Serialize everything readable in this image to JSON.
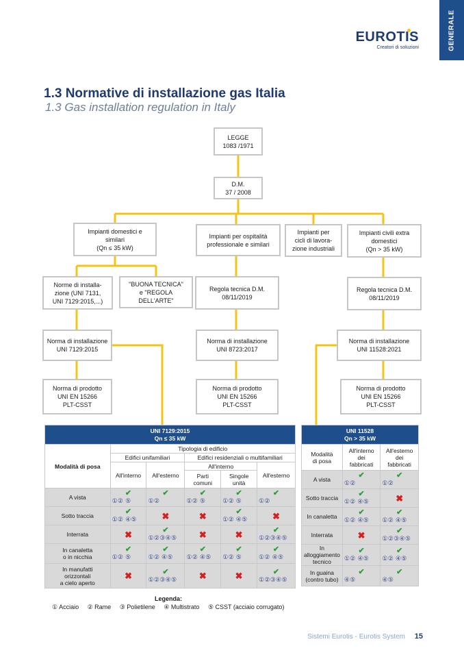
{
  "side_tab": "GENERALE",
  "logo": {
    "name": "EUROTIS",
    "tagline": "Creatori di soluzioni"
  },
  "title": {
    "it": "1.3 Normative di installazione gas Italia",
    "en": "1.3 Gas installation regulation in Italy"
  },
  "flow": {
    "legge": "LEGGE\n1083 /1971",
    "dm": "D.M.\n37 / 2008",
    "domestici": "Impianti domestici e\nsimilari\n(Qn ≤ 35 kW)",
    "ospitalita": "Impianti per ospitalità\nprofessionale e similari",
    "industriali": "Impianti per\ncicli di lavora-\nzione industriali",
    "civili": "Impianti civili extra\ndomestici\n(Qn > 35 kW)",
    "norme_install": "Norme di installa-\nzione (UNI 7131,\nUNI 7129:2015,...)",
    "buona_tecnica": "\"BUONA TECNICA\"\ne \"REGOLA\nDELL'ARTE\"",
    "regola_tecnica_1": "Regola tecnica D.M.\n08/11/2019",
    "regola_tecnica_2": "Regola tecnica D.M.\n08/11/2019",
    "norma_7129": "Norma di installazione\nUNI 7129:2015",
    "norma_8723": "Norma di installazione\nUNI 8723:2017",
    "norma_11528": "Norma di installazione\nUNI 11528:2021",
    "prodotto_1": "Norma di prodotto\nUNI EN 15266\nPLT-CSST",
    "prodotto_2": "Norma di prodotto\nUNI EN 15266\nPLT-CSST",
    "prodotto_3": "Norma di prodotto\nUNI EN 15266\nPLT-CSST"
  },
  "table1": {
    "header": "UNI 7129:2015\nQn ≤ 35 kW",
    "modalita": "Modalità di posa",
    "tipologia": "Tipologia di edificio",
    "unifamiliari": "Edifici unifamiliari",
    "residenziali": "Edifici residenziali o multifamiliari",
    "all_interno_group": "All'interno",
    "cols": [
      "All'interno",
      "All'esterno",
      "Parti\ncomuni",
      "Singole\nunità",
      "All'esterno"
    ],
    "rows": [
      {
        "label": "A vista",
        "cells": [
          [
            "v",
            "①② ⑤"
          ],
          [
            "v",
            "①②"
          ],
          [
            "v",
            "①② ⑤"
          ],
          [
            "v",
            "①② ⑤"
          ],
          [
            "v",
            "①②"
          ]
        ]
      },
      {
        "label": "Sotto traccia",
        "cells": [
          [
            "v",
            "①② ④⑤"
          ],
          [
            "x",
            ""
          ],
          [
            "x",
            ""
          ],
          [
            "v",
            "①② ④⑤"
          ],
          [
            "x",
            ""
          ]
        ]
      },
      {
        "label": "Interrata",
        "cells": [
          [
            "x",
            ""
          ],
          [
            "v",
            "①②③④⑤"
          ],
          [
            "x",
            ""
          ],
          [
            "x",
            ""
          ],
          [
            "v",
            "①②③④⑤"
          ]
        ]
      },
      {
        "label": "In canaletta\no in nicchia",
        "cells": [
          [
            "v",
            "①② ⑤"
          ],
          [
            "v",
            "①② ④⑤"
          ],
          [
            "v",
            "①② ④⑤"
          ],
          [
            "v",
            "①② ⑤"
          ],
          [
            "v",
            "①② ④⑤"
          ]
        ]
      },
      {
        "label": "In manufatti\norizzontali\na cielo aperto",
        "cells": [
          [
            "x",
            ""
          ],
          [
            "v",
            "①②③④⑤"
          ],
          [
            "x",
            ""
          ],
          [
            "x",
            ""
          ],
          [
            "v",
            "①②③④⑤"
          ]
        ]
      }
    ]
  },
  "table2": {
    "header": "UNI 11528\nQn > 35 kW",
    "modalita": "Modalità\ndi posa",
    "cols": [
      "All'interno\ndei\nfabbricati",
      "All'esterno\ndei\nfabbricati"
    ],
    "rows": [
      {
        "label": "A vista",
        "cells": [
          [
            "v",
            "①②"
          ],
          [
            "v",
            "①②"
          ]
        ]
      },
      {
        "label": "Sotto traccia",
        "cells": [
          [
            "v",
            "①② ④⑤"
          ],
          [
            "x",
            ""
          ]
        ]
      },
      {
        "label": "In canaletta",
        "cells": [
          [
            "v",
            "①② ④⑤"
          ],
          [
            "v",
            "①② ④⑤"
          ]
        ]
      },
      {
        "label": "Interrata",
        "cells": [
          [
            "x",
            ""
          ],
          [
            "v",
            "①②③④⑤"
          ]
        ]
      },
      {
        "label": "In\nalloggiamento\ntecnico",
        "cells": [
          [
            "v",
            "①② ④⑤"
          ],
          [
            "v",
            "①② ④⑤"
          ]
        ]
      },
      {
        "label": "In guaina\n(contro tubo)",
        "cells": [
          [
            "v",
            "④⑤"
          ],
          [
            "v",
            "④⑤"
          ]
        ]
      }
    ]
  },
  "legend": {
    "title": "Legenda:",
    "items": [
      "① Acciaio",
      "② Rame",
      "③ Polietilene",
      "④ Multistrato",
      "⑤ CSST (acciaio corrugato)"
    ]
  },
  "footer": {
    "text": "Sistemi Eurotis - Eurotis System",
    "page": "15"
  },
  "colors": {
    "brand_blue": "#1f4e8c",
    "connector_yellow": "#f2c418",
    "check_green": "#2e9e3a",
    "cross_red": "#d42020"
  }
}
